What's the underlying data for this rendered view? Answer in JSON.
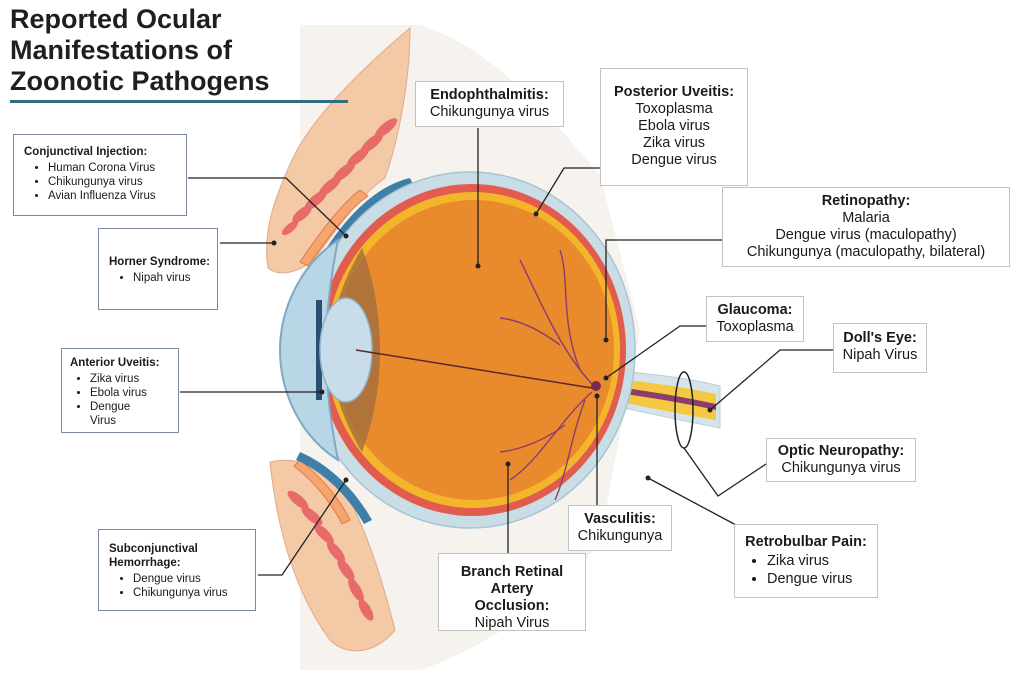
{
  "title": "Reported Ocular Manifestations of Zoonotic Pathogens",
  "colors": {
    "title_underline": "#2e6e80",
    "sclera": "#c9dde6",
    "choroid": "#e25c4e",
    "retina": "#f3b52a",
    "vitreous": "#e98a2c",
    "lens": "#c8dcea",
    "eyelid_skin": "#f3c9a6",
    "muscle": "#e86b6b",
    "optic_nerve": "#f5c842",
    "leader_line": "#222222"
  },
  "callouts": {
    "conjunctival_injection": {
      "heading": "Conjunctival Injection:",
      "items": [
        "Human Corona Virus",
        "Chikungunya virus",
        "Avian Influenza Virus"
      ]
    },
    "horner_syndrome": {
      "heading": "Horner Syndrome:",
      "items": [
        "Nipah  virus"
      ]
    },
    "anterior_uveitis": {
      "heading": "Anterior Uveitis:",
      "items": [
        "Zika virus",
        "Ebola virus",
        "Dengue Virus"
      ]
    },
    "subconjunctival_hemorrhage": {
      "heading": "Subconjunctival Hemorrhage:",
      "items": [
        "Dengue virus",
        "Chikungunya virus"
      ]
    },
    "endophthalmitis": {
      "heading": "Endophthalmitis:",
      "lines": [
        "Chikungunya virus"
      ]
    },
    "posterior_uveitis": {
      "heading": "Posterior Uveitis:",
      "lines": [
        "Toxoplasma",
        "Ebola virus",
        "Zika virus",
        "Dengue virus"
      ]
    },
    "retinopathy": {
      "heading": "Retinopathy:",
      "lines": [
        "Malaria",
        "Dengue virus (maculopathy)",
        "Chikungunya (maculopathy, bilateral)"
      ]
    },
    "glaucoma": {
      "heading": "Glaucoma:",
      "lines": [
        "Toxoplasma"
      ]
    },
    "dolls_eye": {
      "heading": "Doll's Eye:",
      "lines": [
        "Nipah Virus"
      ]
    },
    "optic_neuropathy": {
      "heading": "Optic Neuropathy:",
      "lines": [
        "Chikungunya virus"
      ]
    },
    "retrobulbar_pain": {
      "heading": "Retrobulbar Pain:",
      "items": [
        "Zika virus",
        "Dengue virus"
      ]
    },
    "vasculitis": {
      "heading": "Vasculitis:",
      "lines": [
        "Chikungunya"
      ]
    },
    "branch_retinal_artery_occlusion": {
      "heading": "Branch Retinal Artery Occlusion:",
      "lines": [
        "Nipah Virus"
      ]
    }
  }
}
